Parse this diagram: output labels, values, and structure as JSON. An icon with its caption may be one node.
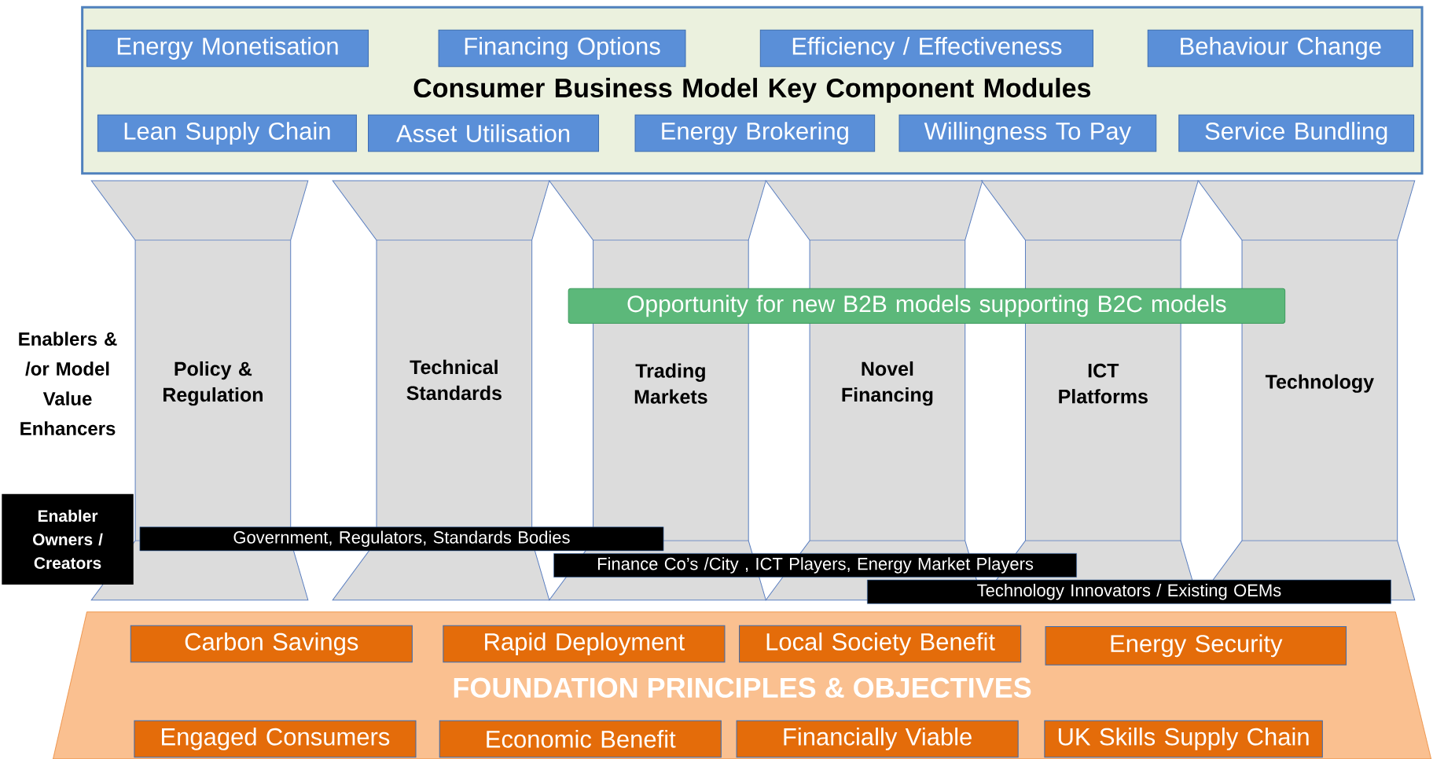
{
  "diagram": {
    "nodes": [
      {
        "text": [
          "Consumer Business Model Key Component Modules"
        ]
      },
      {
        "text": [
          "Energy Monetisation"
        ],
        "in": 0
      },
      {
        "text": [
          "Financing Options"
        ],
        "in": 0
      },
      {
        "text": [
          "Efficiency / Effectiveness"
        ],
        "in": 0
      },
      {
        "text": [
          "Behaviour Change"
        ],
        "in": 0
      },
      {
        "text": [
          "Lean Supply Chain"
        ],
        "in": 0
      },
      {
        "text": [
          "Asset Utilisation"
        ],
        "in": 0
      },
      {
        "text": [
          "Energy Brokering"
        ],
        "in": 0
      },
      {
        "text": [
          "Willingness To Pay"
        ],
        "in": 0
      },
      {
        "text": [
          "Service Bundling"
        ],
        "in": 0
      },
      {
        "text": [
          "Policy & Regulation"
        ]
      },
      {
        "text": [
          "Technical Standards"
        ]
      },
      {
        "text": [
          "Trading Markets"
        ]
      },
      {
        "text": [
          "Novel Financing"
        ]
      },
      {
        "text": [
          "ICT Platforms"
        ]
      },
      {
        "text": [
          "Technology"
        ]
      },
      {
        "text": [
          "Opportunity for new B2B models supporting B2C models"
        ]
      },
      {
        "text": [
          "Enabler Owners / Creators"
        ]
      },
      {
        "text": [
          "Government, Regulators, Standards Bodies"
        ]
      },
      {
        "text": [
          "Finance Co’s /City , ICT Players, Energy Market Players"
        ]
      },
      {
        "text": [
          "Technology Innovators / Existing OEMs"
        ]
      },
      {
        "text": [
          "FOUNDATION PRINCIPLES & OBJECTIVES"
        ]
      },
      {
        "text": [
          "Carbon Savings"
        ],
        "in": 21
      },
      {
        "text": [
          "Rapid Deployment"
        ],
        "in": 21
      },
      {
        "text": [
          "Local Society Benefit"
        ],
        "in": 21
      },
      {
        "text": [
          "Energy Security"
        ],
        "in": 21
      },
      {
        "text": [
          "Engaged Consumers"
        ],
        "in": 21
      },
      {
        "text": [
          "Economic Benefit"
        ],
        "in": 21
      },
      {
        "text": [
          "Financially Viable"
        ],
        "in": 21
      },
      {
        "text": [
          "UK Skills Supply Chain"
        ],
        "in": 21
      }
    ],
    "labels": [
      "Enablers & /or Model Value Enhancers"
    ]
  }
}
